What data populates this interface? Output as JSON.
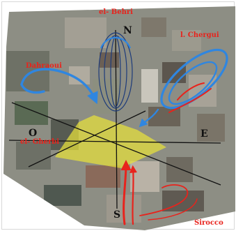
{
  "winds": {
    "north": "el- Behri",
    "northeast": "l. Chergui",
    "northwest": "Dahraoui",
    "west": "el- Gherbi",
    "southeast": "Sirocco"
  },
  "compass": {
    "north": "N",
    "south": "S",
    "east": "E",
    "west": "O"
  },
  "colors": {
    "label_red": "#e8231c",
    "wind_blue": "#2f86e0",
    "wind_dark_blue": "#1d3b7a",
    "wind_red": "#e8231c",
    "zone_yellow": "#e8e23a",
    "axis": "#111111"
  }
}
